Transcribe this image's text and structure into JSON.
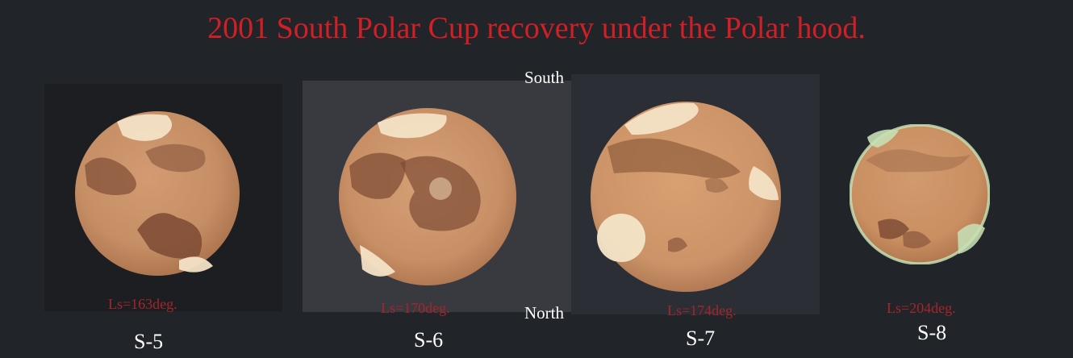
{
  "title": "2001 South Polar Cup recovery under the Polar hood.",
  "compass": {
    "south": "South",
    "north": "North"
  },
  "colors": {
    "background": "#212428",
    "title": "#d21f26",
    "ls_text": "#a3262b",
    "label_text": "#ffffff",
    "compass_text": "#ffffff",
    "planet_base": "#c79065",
    "polar_cap": "#f3e2c6",
    "dark_marking": "#8a573d",
    "greenish_rim": "#c6dfb4"
  },
  "panels": [
    {
      "id": "S-5",
      "ls": "Ls=163deg.",
      "label": "S-5"
    },
    {
      "id": "S-6",
      "ls": "Ls=170deg.",
      "label": "S-6"
    },
    {
      "id": "S-7",
      "ls": "Ls=174deg.",
      "label": "S-7"
    },
    {
      "id": "S-8",
      "ls": "Ls=204deg.",
      "label": "S-8"
    }
  ]
}
